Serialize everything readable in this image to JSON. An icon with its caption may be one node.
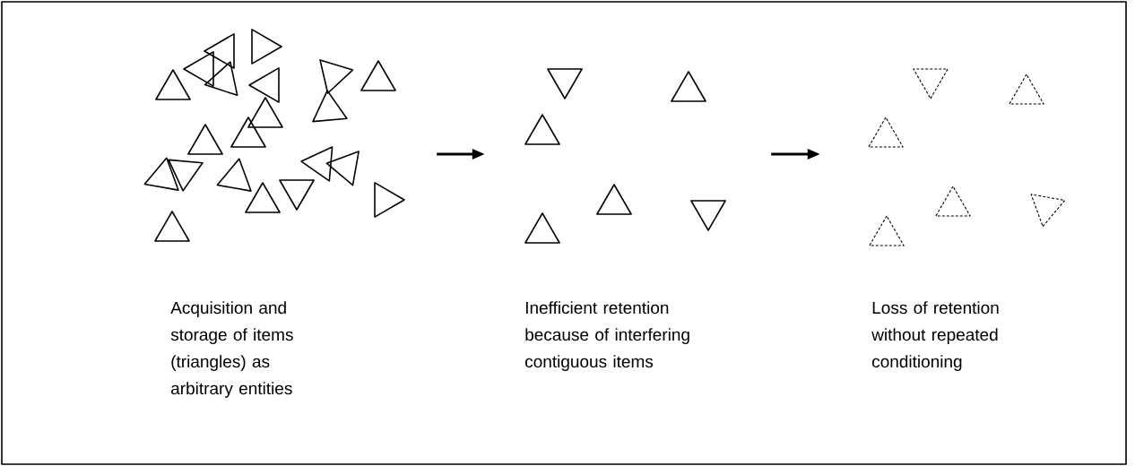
{
  "diagram": {
    "nodes": [
      {
        "text": [],
        "shape": "picture",
        "beside": [
          "Acquisition and storage of items (triangles) as arbitrary entities"
        ]
      },
      {
        "text": [],
        "shape": "picture",
        "beside": [
          "Inefficient retention because of interfering contiguous items"
        ]
      },
      {
        "text": [],
        "shape": "picture",
        "beside": [
          "Loss of retention without repeated conditioning"
        ]
      }
    ],
    "edges": [
      {
        "from": 0,
        "to": 1,
        "arrow": "to"
      },
      {
        "from": 1,
        "to": 2,
        "arrow": "to"
      }
    ]
  }
}
